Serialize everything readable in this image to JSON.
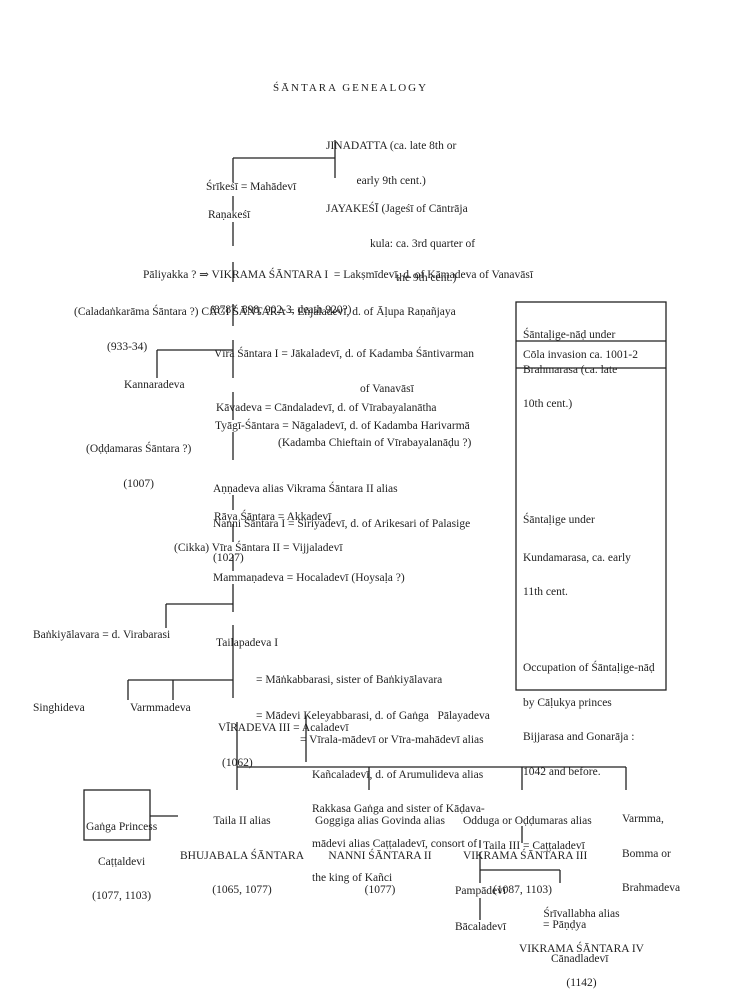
{
  "title": "ŚĀNTARA GENEALOGY",
  "nodes": {
    "jinadatta": [
      "JINADATTA (ca. late 8th or",
      "early 9th cent.)"
    ],
    "srikesi": "Śrīkeśī = Mahādevī",
    "jayakesi": [
      "JAYAKEŚĪ (Jageśī of Cāntrāja",
      "kula: ca. 3rd quarter of",
      "the 9th cent.)"
    ],
    "ranakesi": "Raṇakeśī",
    "vikrama1": [
      "Pāliyakka ? ⇒ VIKRAMA ŚĀNTARA I  = Lakṣmīdevī, d. of Kāmadeva of Vanavāsī",
      "(878?, 898, 902-3, death 920?)"
    ],
    "cagi": [
      "(Caladaṅkarāma Śāntara ?) CĀGI ŚĀNTARA = Eñjaladevī, d. of Āḷupa Raṇañjaya",
      "(933-34)"
    ],
    "vira1": [
      "Vīra Śāntara I = Jākaladevī, d. of Kadamba Śāntivarman",
      "of Vanavāsī"
    ],
    "kannaradeva": "Kannaradeva",
    "kavadeva": [
      "Kāvadeva = Cāndaladevī, d. of Vīrabayalanātha",
      "(Kadamba Chieftain of Vīrabayalanāḍu ?)"
    ],
    "oddamaras": [
      "(Oḍḍamaras Śāntara ?)",
      "(1007)"
    ],
    "tyagi": "Tyāgī-Śāntara = Nāgaladevī, d. of Kadamba Harivarmā",
    "annadeva": [
      "Aṇṇadeva alias Vikrama Śāntara II alias",
      "Nanni Śāntara I = Siriyadevī, d. of Arikesari of Palasige",
      "(1027)"
    ],
    "raya": "Rāya Śāntara = Akkadevī",
    "vira2": "(Cikka) Vīra Śāntara II = Vijjaladevī",
    "mammana": "Mammaṇadeva = Hocaladevī (Hoysaḷa ?)",
    "bankiyalavara": "Baṅkiyālavara = d. Virabarasi",
    "tailapa": [
      "Tailapadeva I",
      "= Māṅkabbarasi, sister of Baṅkiyālavara",
      "= Mādevi Keleyabbarasi, d. of Gaṅga   Pālayadeva"
    ],
    "singhideva": "Singhideva",
    "varmmadeva": "Varmmadeva",
    "viradeva3": [
      "VĪRADEVA III = Acaladevī",
      "(1062)",
      "= Vīrala-mādevī or Vīra-mahādevī alias",
      "Kañcaladevī, d. of Arumulideva alias",
      "Rakkasa Gaṅga and sister of Kāḍava-",
      "mādevi alias Caṭṭaladevī, consort of",
      "the king of Kañci"
    ],
    "taila2": [
      "Taila II alias",
      "BHUJABALA ŚĀNTARA",
      "(1065, 1077)"
    ],
    "goggiga": [
      "Goggiga alias Govinda alias",
      "NANNI ŚĀNTARA II",
      "(1077)"
    ],
    "odduga": [
      "Odduga or Oḍḍumaras alias",
      "VIKRAMA ŚĀNTARA III",
      "(1087, 1103)",
      "= Pāṇḍya",
      "Cānadladevī"
    ],
    "varmma": [
      "Varmma,",
      "Bomma or",
      "Brahmadeva"
    ],
    "ganga_princess": [
      "Gaṅga Princess",
      "Caṭṭaldevi",
      "(1077, 1103)"
    ],
    "taila3": "Taila III = Caṭṭaladevī",
    "pampadevi": "Pampādevī",
    "srivallabha": [
      "Śrīvallabha alias",
      "VIKRAMA ŚĀNTARA IV",
      "(1142)"
    ],
    "bacaladevi": "Bācaladevī"
  },
  "side_notes": [
    [
      "Śāntaḷige-nāḍ under",
      "Brahmarasa (ca. late",
      "10th cent.)"
    ],
    [
      "Cōla invasion ca. 1001-2"
    ],
    [
      "Śāntaḷige under",
      "Kundamarasa, ca. early",
      "11th cent."
    ],
    [
      "Occupation of Śāntaḷige-nāḍ",
      "by Cāḷukya princes",
      "Bijjarasa and Gonarāja :",
      "1042 and before."
    ]
  ]
}
